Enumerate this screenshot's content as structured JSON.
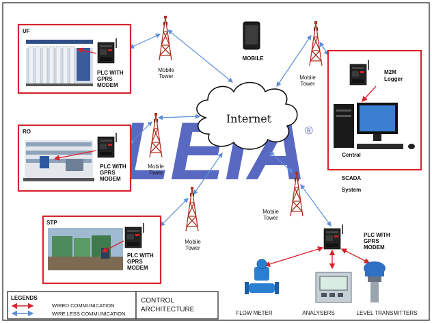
{
  "diagram": {
    "internet_label": "Internet",
    "watermark": "LEIA",
    "watermark_mark": "®",
    "mobile_label": "MOBILE",
    "towers": [
      {
        "l1": "Mobile",
        "l2": "Tower"
      },
      {
        "l1": "Mobile",
        "l2": "Tower"
      },
      {
        "l1": "Mobile",
        "l2": "Tower"
      },
      {
        "l1": "Mobile",
        "l2": "Tower"
      },
      {
        "l1": "Mobile",
        "l2": "Tower"
      }
    ],
    "sites": {
      "uf": {
        "title": "UF",
        "plc_l1": "PLC WITH",
        "plc_l2": "GPRS",
        "plc_l3": "MODEM"
      },
      "ro": {
        "title": "RO",
        "plc_l1": "PLC WITH",
        "plc_l2": "GPRS",
        "plc_l3": "MODEM"
      },
      "stp": {
        "title": "STP",
        "plc_l1": "PLC WITH",
        "plc_l2": "GPRS",
        "plc_l3": "MODEM"
      }
    },
    "scada": {
      "logger_l1": "M2M",
      "logger_l2": "Logger",
      "l1": "Central",
      "l2": "SCADA",
      "l3": "System"
    },
    "field": {
      "plc_l1": "PLC WITH",
      "plc_l2": "GPRS",
      "plc_l3": "MODEM",
      "flow_meter": "FLOW METER",
      "analysers": "ANALYSERS",
      "level": "LEVEL TRANSMITTERS"
    },
    "legend": {
      "title": "LEGENDS",
      "wired": "WIRED COMMUNICATION",
      "wireless": "WIRE LESS COMMUNICATION"
    },
    "caption_l1": "CONTROL",
    "caption_l2": "ARCHITECTURE",
    "colors": {
      "frame": "#d8232a",
      "wired": "#d8232a",
      "wireless": "#5b8ed8",
      "tower": "#b03020",
      "watermark": "#2a3fb0"
    }
  }
}
